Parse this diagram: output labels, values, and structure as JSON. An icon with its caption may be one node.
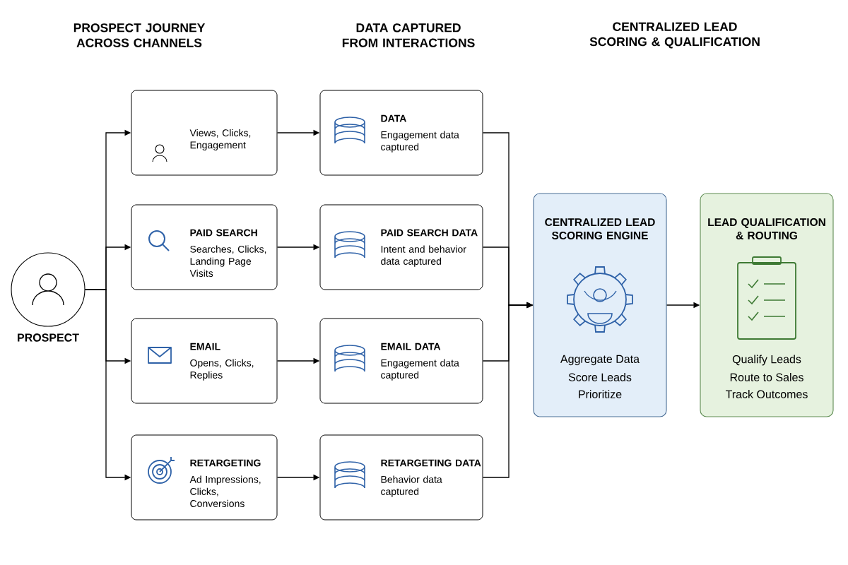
{
  "diagram": {
    "nodes": [
      {
        "text": [
          "PROSPECT"
        ]
      },
      {
        "text": [
          "Views, Clicks, Engagement"
        ]
      },
      {
        "text": [
          "PAID SEARCH",
          "Searches, Clicks, Landing Page Visits"
        ]
      },
      {
        "text": [
          "EMAIL",
          "Opens, Clicks, Replies"
        ]
      },
      {
        "text": [
          "RETARGETING",
          "Ad Impressions, Clicks, Conversions"
        ]
      },
      {
        "text": [
          "DATA",
          "Engagement data captured"
        ]
      },
      {
        "text": [
          "PAID SEARCH DATA",
          "Intent and behavior data captured"
        ]
      },
      {
        "text": [
          "EMAIL DATA",
          "Engagement data captured"
        ]
      },
      {
        "text": [
          "RETARGETING DATA",
          "Behavior data captured"
        ]
      },
      {
        "text": [
          "CENTRALIZED LEAD SCORING ENGINE",
          "Aggregate Data",
          "Score Leads",
          "Prioritize"
        ]
      },
      {
        "text": [
          "LEAD QUALIFICATION & ROUTING",
          "Qualify Leads",
          "Route to Sales",
          "Track Outcomes"
        ]
      }
    ],
    "edges": [
      {
        "from": 0,
        "to": 1,
        "arrow": "to"
      },
      {
        "from": 0,
        "to": 2,
        "arrow": "to"
      },
      {
        "from": 0,
        "to": 3,
        "arrow": "to"
      },
      {
        "from": 0,
        "to": 4,
        "arrow": "to"
      },
      {
        "from": 1,
        "to": 5,
        "arrow": "to"
      },
      {
        "from": 2,
        "to": 6,
        "arrow": "to"
      },
      {
        "from": 3,
        "to": 7,
        "arrow": "to"
      },
      {
        "from": 4,
        "to": 8,
        "arrow": "to"
      },
      {
        "from": 5,
        "to": 9,
        "arrow": "to"
      },
      {
        "from": 6,
        "to": 9,
        "arrow": "to"
      },
      {
        "from": 7,
        "to": 9,
        "arrow": "to"
      },
      {
        "from": 8,
        "to": 9,
        "arrow": "to"
      },
      {
        "from": 9,
        "to": 10,
        "arrow": "to"
      }
    ],
    "labels": [
      "PROSPECT JOURNEY ACROSS CHANNELS",
      "DATA CAPTURED FROM INTERACTIONS",
      "CENTRALIZED LEAD SCORING & QUALIFICATION"
    ]
  }
}
